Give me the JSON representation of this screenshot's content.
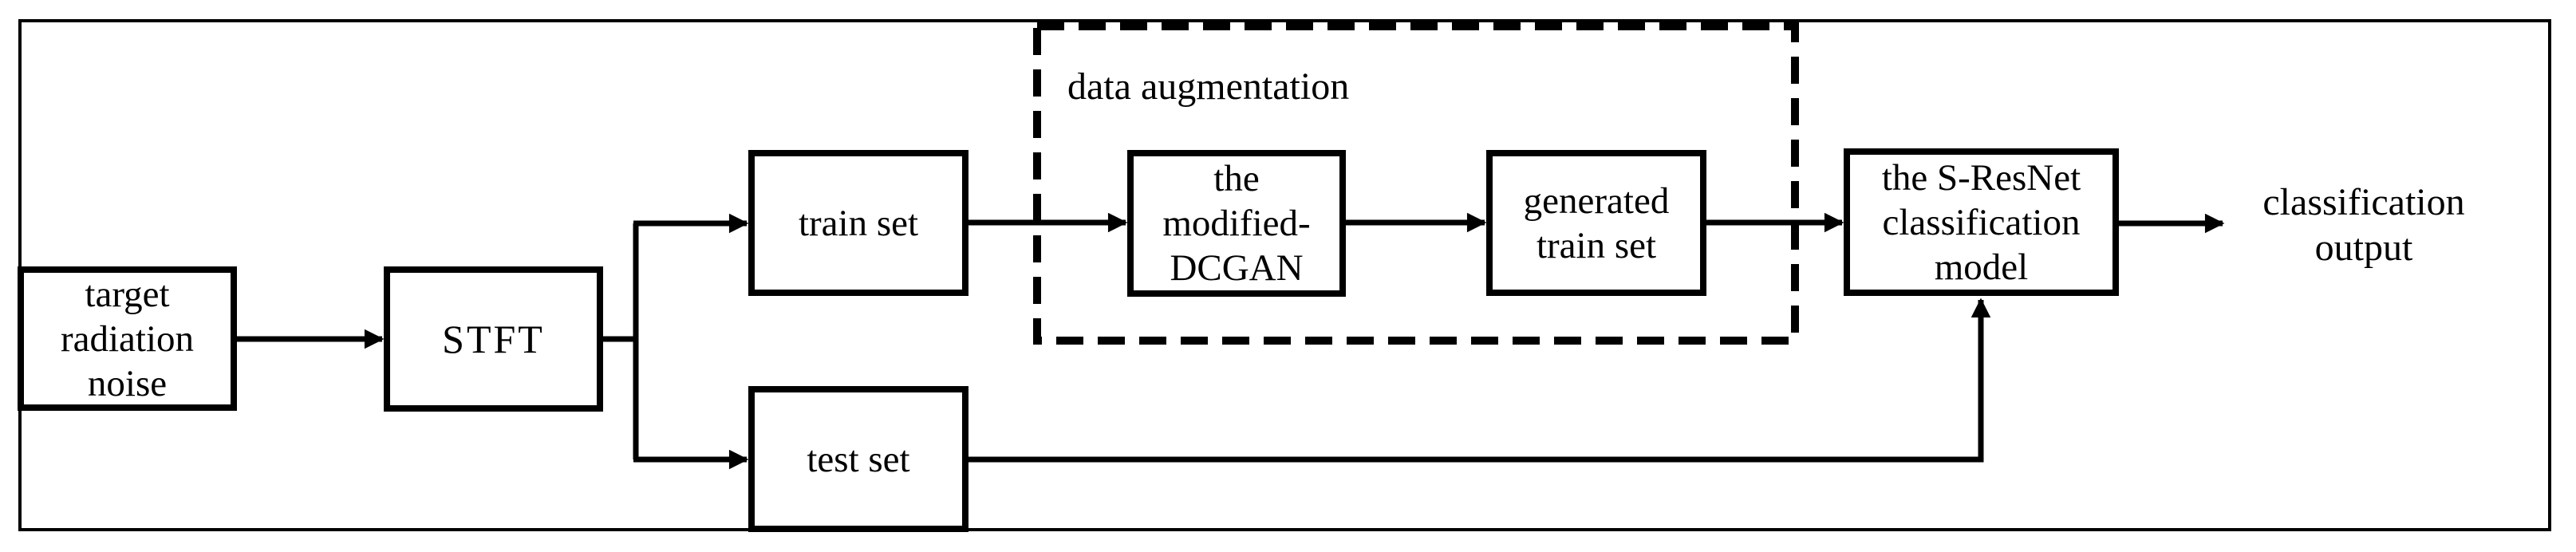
{
  "figure": {
    "type": "flowchart",
    "background_color": "#ffffff",
    "line_color": "#000000",
    "group_box": {
      "label": "data augmentation",
      "style": "dashed"
    },
    "nodes": {
      "target": {
        "lines": [
          "target",
          "radiation",
          "noise"
        ]
      },
      "stft": {
        "lines": [
          "STFT"
        ]
      },
      "train_set": {
        "lines": [
          "train set"
        ]
      },
      "test_set": {
        "lines": [
          "test set"
        ]
      },
      "dcgan": {
        "lines": [
          "the",
          "modified-",
          "DCGAN"
        ]
      },
      "generated": {
        "lines": [
          "generated",
          "train set"
        ]
      },
      "sresnet": {
        "lines": [
          "the S-ResNet",
          "classification",
          "model"
        ]
      },
      "output": {
        "lines": [
          "classification",
          "output"
        ]
      }
    },
    "edges": [
      "target -> stft",
      "stft -> train_set",
      "stft -> test_set",
      "train_set -> dcgan",
      "dcgan -> generated",
      "generated -> sresnet",
      "test_set -> sresnet",
      "sresnet -> output"
    ]
  }
}
